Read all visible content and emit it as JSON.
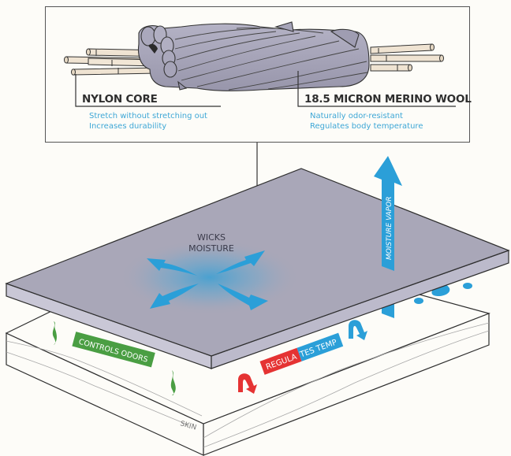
{
  "callout": {
    "nylon": {
      "title": "NYLON CORE",
      "lines": [
        "Stretch without stretching out",
        "Increases durability"
      ]
    },
    "wool": {
      "title": "18.5 MICRON MERINO WOOL",
      "lines": [
        "Naturally odor-resistant",
        "Regulates body temperature"
      ]
    }
  },
  "fabric_layer": {
    "wicks_label": [
      "WICKS",
      "MOISTURE"
    ],
    "vapor_label": "MOISTURE VAPOR"
  },
  "skin_layer": {
    "odors_label": "CONTROLS ODORS",
    "temp_label_red": "REGULA",
    "temp_label_blue": "TES TEMP",
    "skin_label": "SKIN"
  },
  "colors": {
    "fabric_top": "#a9a7b8",
    "fabric_side": "#c9c7d6",
    "blue_accent": "#2b9fd8",
    "green_accent": "#4a9e43",
    "red_accent": "#e53333",
    "nylon_fiber": "#efe3d2",
    "wool_fiber": "#a6a4b8",
    "desc_text": "#3ea7d6",
    "background": "#fdfcf8"
  }
}
